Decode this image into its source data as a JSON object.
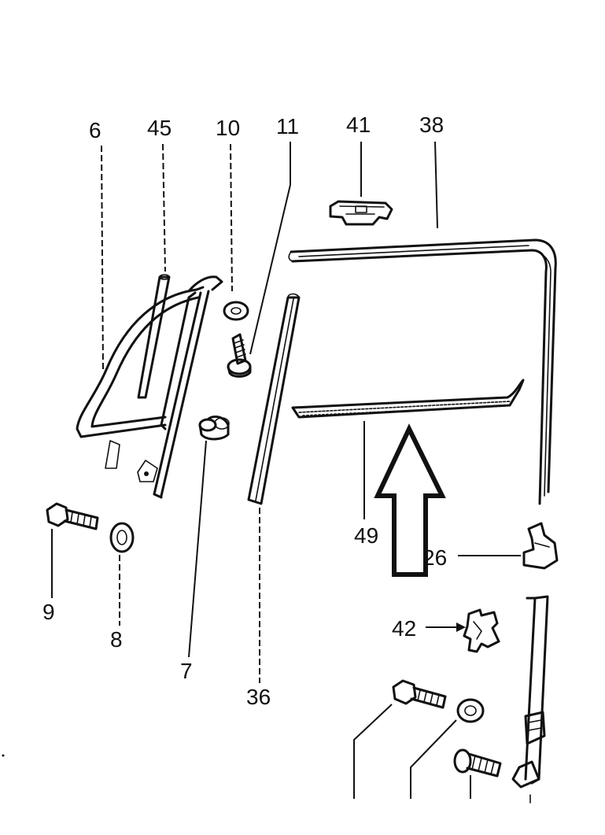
{
  "diagram": {
    "labels": {
      "p6": "6",
      "p45": "45",
      "p10": "10",
      "p11": "11",
      "p41": "41",
      "p38": "38",
      "p9": "9",
      "p8": "8",
      "p7": "7",
      "p36": "36",
      "p49": "49",
      "p26": "26",
      "p42": "42"
    },
    "colors": {
      "ink": "#111111",
      "paper": "#ffffff"
    },
    "icons": [
      "direction-arrow-up-icon"
    ]
  }
}
